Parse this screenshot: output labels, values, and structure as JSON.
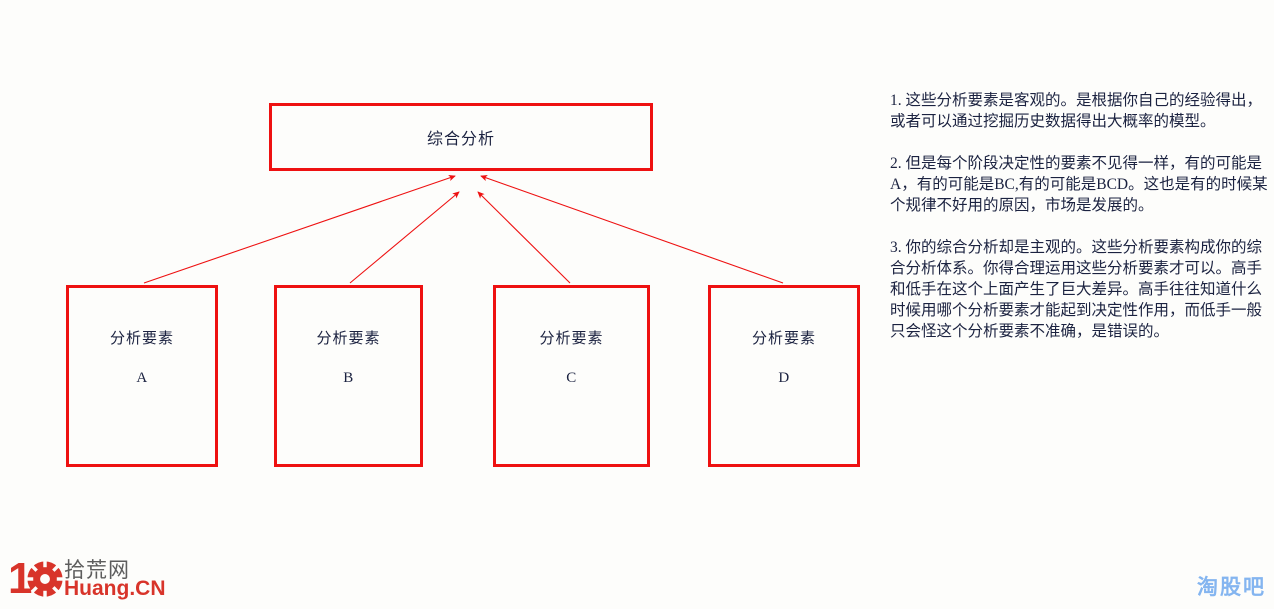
{
  "colors": {
    "box_border": "#ee1111",
    "arrow": "#ee1111",
    "text": "#1b2240",
    "background": "#fdfdfb",
    "watermark_red": "#d8342a",
    "watermark_gray": "#5d5d5d",
    "badge_blue": "#84b5f0"
  },
  "diagram": {
    "type": "hierarchy-converging",
    "root": {
      "id": "root",
      "title": "综合分析"
    },
    "leaves": [
      {
        "id": "a",
        "title": "分析要素",
        "key": "A"
      },
      {
        "id": "b",
        "title": "分析要素",
        "key": "B"
      },
      {
        "id": "c",
        "title": "分析要素",
        "key": "C"
      },
      {
        "id": "d",
        "title": "分析要素",
        "key": "D"
      }
    ],
    "edges": [
      {
        "from": "a",
        "to": "root",
        "direction": "up",
        "arrowhead": "at-root"
      },
      {
        "from": "b",
        "to": "root",
        "direction": "up",
        "arrowhead": "at-root"
      },
      {
        "from": "c",
        "to": "root",
        "direction": "up",
        "arrowhead": "at-root"
      },
      {
        "from": "d",
        "to": "root",
        "direction": "up",
        "arrowhead": "at-root"
      }
    ]
  },
  "notes": {
    "paragraphs": [
      "1. 这些分析要素是客观的。是根据你自己的经验得出，或者可以通过挖掘历史数据得出大概率的模型。",
      "2. 但是每个阶段决定性的要素不见得一样，有的可能是A，有的可能是BC,有的可能是BCD。这也是有的时候某个规律不好用的原因，市场是发展的。",
      "3. 你的综合分析却是主观的。这些分析要素构成你的综合分析体系。你得合理运用这些分析要素才可以。高手和低手在这个上面产生了巨大差异。高手往往知道什么时候用哪个分析要素才能起到决定性作用，而低手一般只会怪这个分析要素不准确，是错误的。"
    ]
  },
  "watermarks": {
    "site": {
      "digit": "10",
      "cn_name": "拾荒网",
      "en_name": "Huang.CN"
    },
    "badge": "淘股吧"
  }
}
